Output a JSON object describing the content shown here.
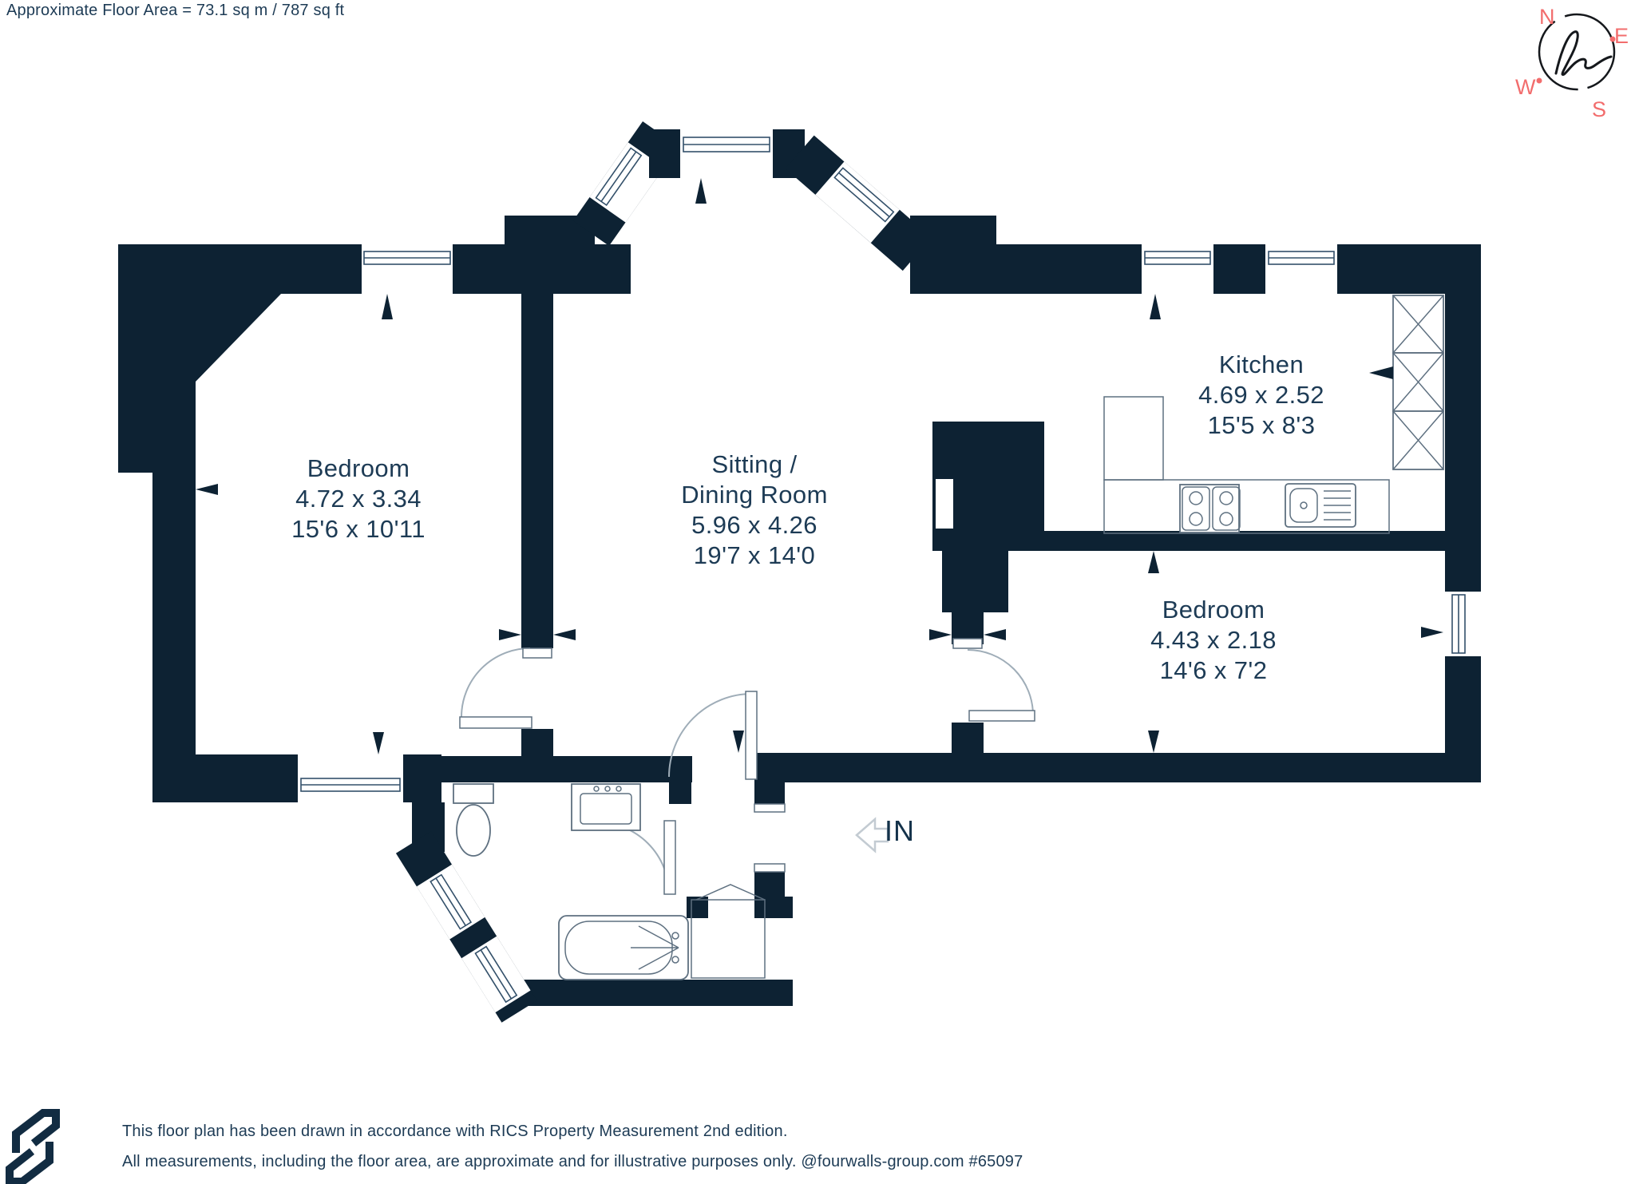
{
  "title": {
    "floor_area": "Approximate Floor Area = 73.1 sq m / 787 sq ft"
  },
  "compass": {
    "n": "N",
    "e": "E",
    "s": "S",
    "w": "W"
  },
  "rooms": [
    {
      "name": "Bedroom",
      "metric": "4.72 x 3.34",
      "imperial": "15'6 x 10'11"
    },
    {
      "name": "Sitting /",
      "name_line2": "Dining Room",
      "metric": "5.96 x 4.26",
      "imperial": "19'7 x 14'0"
    },
    {
      "name": "Kitchen",
      "metric": "4.69 x 2.52",
      "imperial": "15'5 x 8'3"
    },
    {
      "name": "Bedroom",
      "metric": "4.43 x 2.18",
      "imperial": "14'6 x 7'2"
    }
  ],
  "entrance": {
    "label": "IN"
  },
  "footer": {
    "line1": "This floor plan has been drawn in accordance with RICS Property Measurement 2nd edition.",
    "line2": "All measurements, including the floor area, are approximate and for illustrative purposes only. @fourwalls-group.com #65097"
  },
  "colors": {
    "wall": "#0d2233",
    "text": "#1d3b55",
    "compass_accent": "#f26d6d"
  }
}
